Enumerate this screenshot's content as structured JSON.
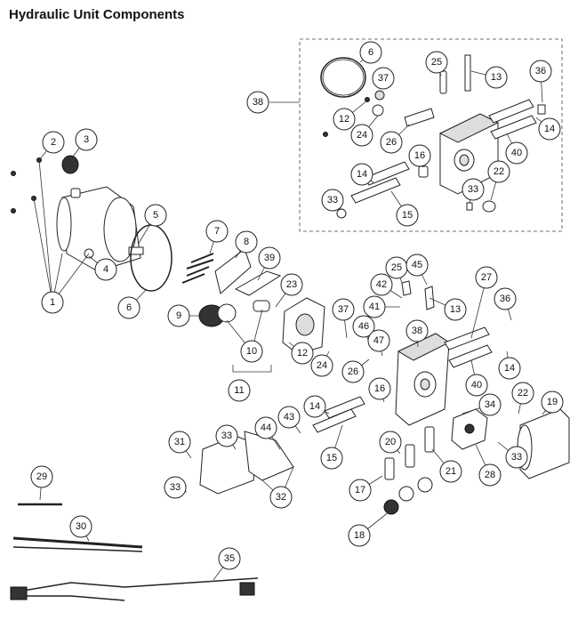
{
  "title": "Hydraulic Unit Components",
  "callouts": [
    {
      "label": "1"
    },
    {
      "label": "2"
    },
    {
      "label": "3"
    },
    {
      "label": "4"
    },
    {
      "label": "5"
    },
    {
      "label": "6"
    },
    {
      "label": "7"
    },
    {
      "label": "8"
    },
    {
      "label": "9"
    },
    {
      "label": "10"
    },
    {
      "label": "11"
    },
    {
      "label": "12"
    },
    {
      "label": "13"
    },
    {
      "label": "14"
    },
    {
      "label": "15"
    },
    {
      "label": "16"
    },
    {
      "label": "17"
    },
    {
      "label": "18"
    },
    {
      "label": "19"
    },
    {
      "label": "20"
    },
    {
      "label": "21"
    },
    {
      "label": "22"
    },
    {
      "label": "23"
    },
    {
      "label": "24"
    },
    {
      "label": "25"
    },
    {
      "label": "26"
    },
    {
      "label": "27"
    },
    {
      "label": "28"
    },
    {
      "label": "29"
    },
    {
      "label": "30"
    },
    {
      "label": "31"
    },
    {
      "label": "32"
    },
    {
      "label": "33"
    },
    {
      "label": "34"
    },
    {
      "label": "35"
    },
    {
      "label": "36"
    },
    {
      "label": "37"
    },
    {
      "label": "38"
    },
    {
      "label": "39"
    },
    {
      "label": "40"
    },
    {
      "label": "41"
    },
    {
      "label": "42"
    },
    {
      "label": "43"
    },
    {
      "label": "44"
    },
    {
      "label": "45"
    },
    {
      "label": "46"
    },
    {
      "label": "47"
    }
  ]
}
